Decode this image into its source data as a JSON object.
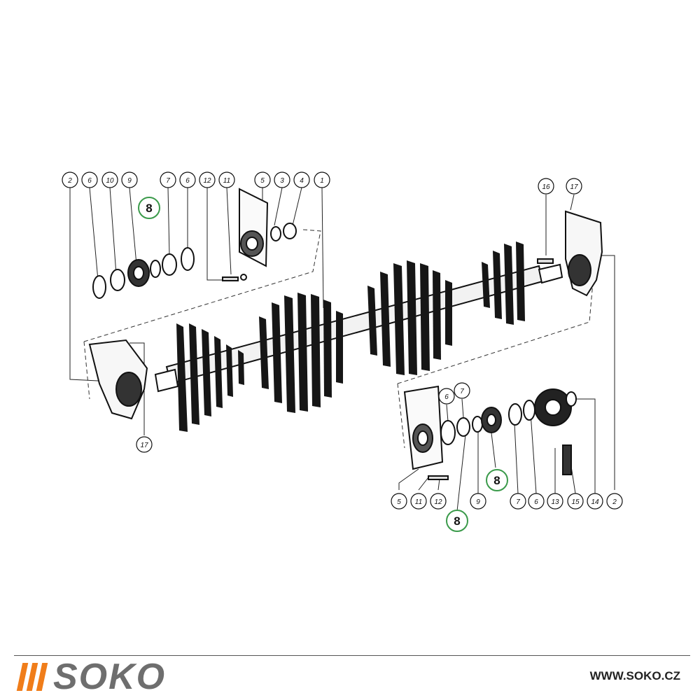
{
  "diagram": {
    "callouts": [
      {
        "id": "left-2",
        "label": "2"
      },
      {
        "id": "left-6a",
        "label": "6"
      },
      {
        "id": "left-10",
        "label": "10"
      },
      {
        "id": "left-9",
        "label": "9"
      },
      {
        "id": "left-7",
        "label": "7"
      },
      {
        "id": "left-6b",
        "label": "6"
      },
      {
        "id": "left-12",
        "label": "12"
      },
      {
        "id": "left-11",
        "label": "11"
      },
      {
        "id": "left-5",
        "label": "5"
      },
      {
        "id": "left-3",
        "label": "3"
      },
      {
        "id": "left-4",
        "label": "4"
      },
      {
        "id": "top-1",
        "label": "1"
      },
      {
        "id": "right-16",
        "label": "16"
      },
      {
        "id": "right-17",
        "label": "17"
      },
      {
        "id": "left-17",
        "label": "17"
      },
      {
        "id": "right-6",
        "label": "6"
      },
      {
        "id": "right-7",
        "label": "7"
      },
      {
        "id": "bottom-5",
        "label": "5"
      },
      {
        "id": "bottom-11",
        "label": "11"
      },
      {
        "id": "bottom-12",
        "label": "12"
      },
      {
        "id": "bottom-9",
        "label": "9"
      },
      {
        "id": "bottom-7",
        "label": "7"
      },
      {
        "id": "bottom-6",
        "label": "6"
      },
      {
        "id": "bottom-13",
        "label": "13"
      },
      {
        "id": "bottom-15",
        "label": "15"
      },
      {
        "id": "bottom-14",
        "label": "14"
      },
      {
        "id": "bottom-2",
        "label": "2"
      }
    ],
    "highlights": [
      {
        "id": "hl-left-8",
        "label": "8"
      },
      {
        "id": "hl-mid-8",
        "label": "8"
      },
      {
        "id": "hl-bottom-8",
        "label": "8"
      }
    ],
    "highlight_color": "#3a9a4a"
  },
  "footer": {
    "brand": "SOKO",
    "brand_color": "#6e6e6e",
    "bars_color": "#f07d1a",
    "website": "WWW.SOKO.CZ"
  }
}
